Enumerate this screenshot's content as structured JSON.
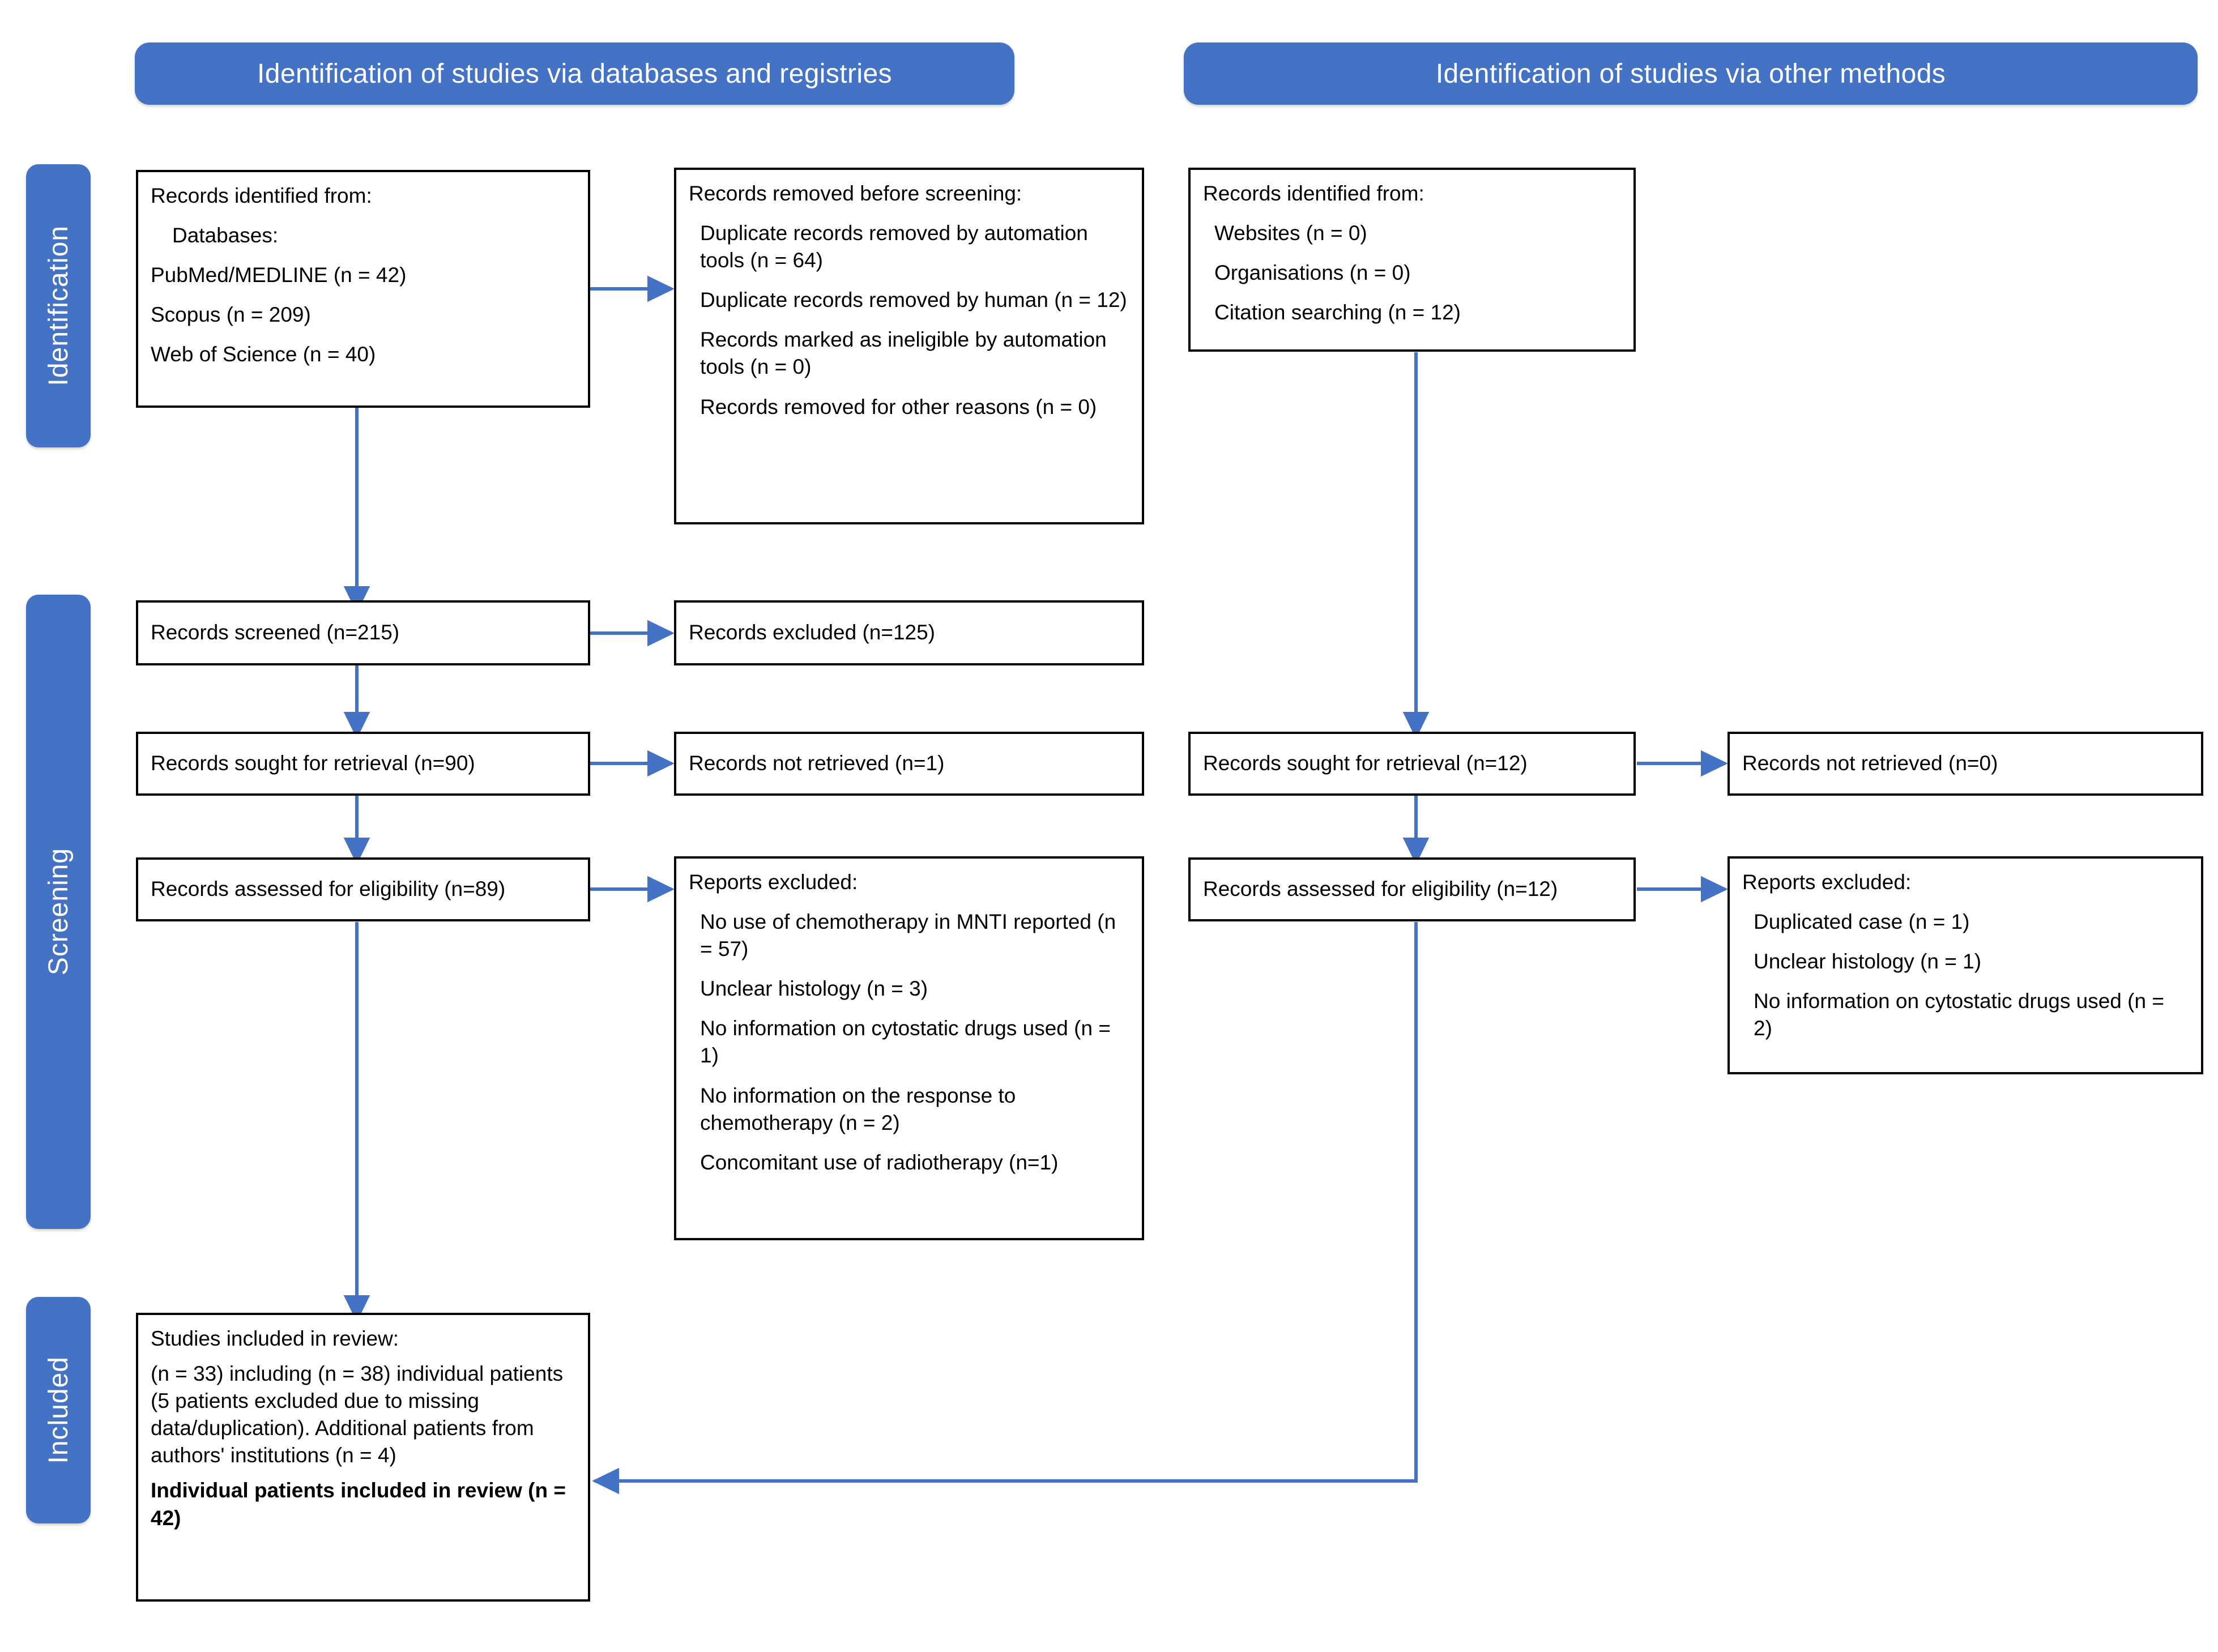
{
  "diagram": {
    "type": "prisma-2020-flow-diagram",
    "accent_color": "#4472C4",
    "box_border_color": "#000000",
    "connector_color": "#4472C4"
  },
  "banners": {
    "left": "Identification of studies via databases and registries",
    "right": "Identification of studies via other methods"
  },
  "stage_labels": {
    "identification": "Identification",
    "screening": "Screening",
    "included": "Included"
  },
  "left_column": {
    "records_identified": {
      "heading": "Records identified from:",
      "lines": [
        "Databases:",
        "PubMed/MEDLINE (n = 42)",
        "Scopus (n = 209)",
        "Web of Science (n = 40)"
      ]
    },
    "records_removed": {
      "heading": "Records removed before screening:",
      "lines": [
        "Duplicate records removed by automation tools (n = 64)",
        "Duplicate records removed by human (n = 12)",
        "Records marked as ineligible by automation tools (n = 0)",
        "Records removed for other reasons (n = 0)"
      ]
    },
    "records_screened": "Records screened (n=215)",
    "records_excluded": "Records excluded (n=125)",
    "records_sought": "Records sought for retrieval (n=90)",
    "records_not_retrieved": "Records not retrieved (n=1)",
    "records_assessed": "Records assessed for eligibility (n=89)",
    "reports_excluded": {
      "heading": "Reports excluded:",
      "lines": [
        "No use of chemotherapy in MNTI reported (n = 57)",
        "Unclear histology (n = 3)",
        "No information on cytostatic drugs used (n = 1)",
        "No information on the response to chemotherapy (n = 2)",
        "Concomitant use of radiotherapy (n=1)"
      ]
    }
  },
  "right_column": {
    "records_identified": {
      "heading": "Records identified from:",
      "lines": [
        "Websites (n = 0)",
        "Organisations (n = 0)",
        "Citation searching (n = 12)"
      ]
    },
    "records_sought": "Records sought for retrieval (n=12)",
    "records_not_retrieved": "Records not retrieved (n=0)",
    "records_assessed": "Records assessed for eligibility (n=12)",
    "reports_excluded": {
      "heading": "Reports excluded:",
      "lines": [
        "Duplicated case (n = 1)",
        "Unclear histology (n = 1)",
        "No information on cytostatic drugs used (n = 2)"
      ]
    }
  },
  "included": {
    "heading": "Studies included in review:",
    "body": "(n = 33) including (n = 38) individual patients (5 patients excluded due to missing data/duplication). Additional patients from authors' institutions (n = 4)",
    "emphasis": "Individual patients included in review (n = 42)"
  }
}
